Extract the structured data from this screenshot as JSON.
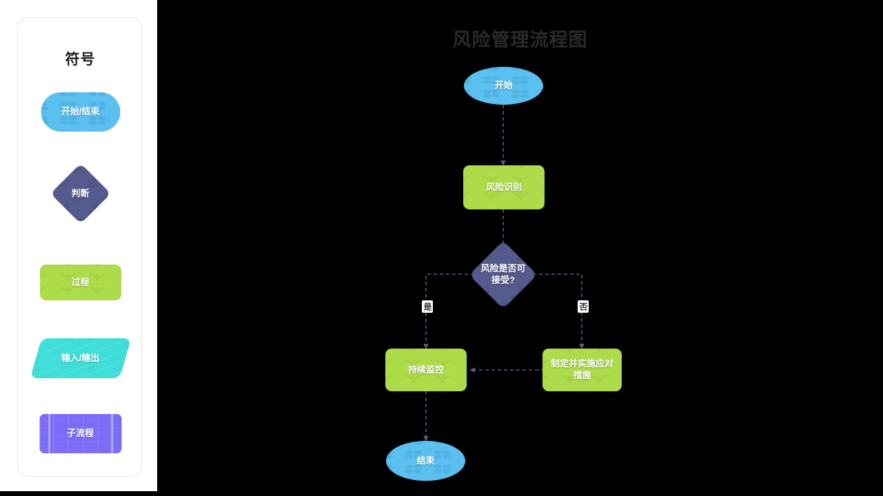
{
  "legend": {
    "title": "符号",
    "items": [
      {
        "label": "开始/结束",
        "shape": "terminator",
        "color": "#5bc0f0",
        "pattern": "clover"
      },
      {
        "label": "判断",
        "shape": "decision",
        "color": "#555b8c",
        "pattern": "leaf"
      },
      {
        "label": "过程",
        "shape": "process",
        "color": "#aedb49",
        "pattern": "chevron"
      },
      {
        "label": "输入/输出",
        "shape": "parallelogram",
        "color": "#3eddd8",
        "pattern": "diagonal"
      },
      {
        "label": "子流程",
        "shape": "subprocess",
        "color": "#7c6cf5",
        "pattern": "grid"
      }
    ]
  },
  "canvas": {
    "title": "风险管理流程图",
    "background": "#000000",
    "edge_color": "#555b8c",
    "edge_style": "dashed",
    "nodes": [
      {
        "id": "start",
        "label": "开始",
        "shape": "terminator",
        "color": "#5bc0f0"
      },
      {
        "id": "identify",
        "label": "风险识别",
        "shape": "process",
        "color": "#aedb49"
      },
      {
        "id": "decide",
        "label": "风险是否可接受?",
        "shape": "decision",
        "color": "#555b8c"
      },
      {
        "id": "monitor",
        "label": "持续监控",
        "shape": "process",
        "color": "#aedb49"
      },
      {
        "id": "mitigate",
        "label": "制定并实施应对措施",
        "shape": "process",
        "color": "#aedb49"
      },
      {
        "id": "end",
        "label": "结束",
        "shape": "terminator",
        "color": "#5bc0f0"
      }
    ],
    "branch_labels": {
      "yes": "是",
      "no": "否"
    }
  }
}
